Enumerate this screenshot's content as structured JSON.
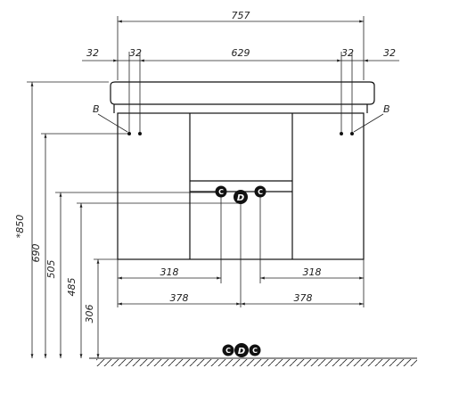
{
  "dimensions": {
    "overall_width": "757",
    "left_offset": "32",
    "left_inner_offset": "32",
    "inner_width": "629",
    "right_inner_offset": "32",
    "right_offset": "32",
    "total_height": "*850",
    "height_holes": "690",
    "height_cold": "505",
    "height_drain": "485",
    "height_bottom": "306",
    "left_cold_distance": "318",
    "right_hot_distance": "318",
    "left_drain_distance": "378",
    "right_drain_distance": "378"
  },
  "labels": {
    "left_hole": "B",
    "right_hole": "B"
  },
  "markers": {
    "cold": "C",
    "drain": "D",
    "hot": "C"
  }
}
